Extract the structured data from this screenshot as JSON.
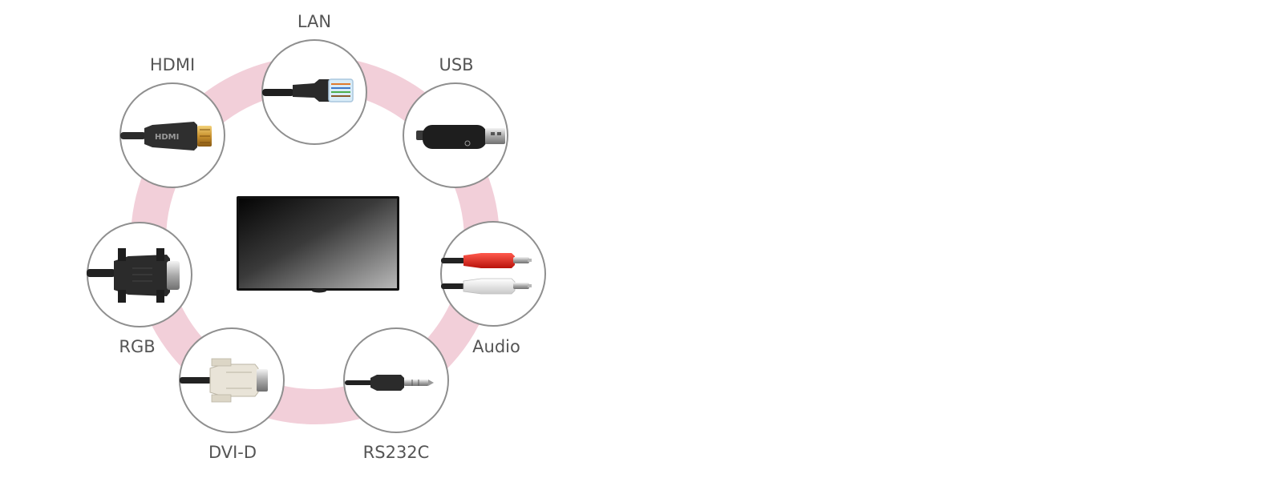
{
  "ring_color": "#f2cfd9",
  "circle_border_color": "#8f8f8f",
  "label_color": "#555555",
  "display": {
    "icon": "digital-signage-display"
  },
  "ports": [
    {
      "id": "lan",
      "label": "LAN",
      "icon": "rj45-ethernet-plug-icon"
    },
    {
      "id": "hdmi",
      "label": "HDMI",
      "icon": "hdmi-plug-icon"
    },
    {
      "id": "usb",
      "label": "USB",
      "icon": "usb-dongle-icon"
    },
    {
      "id": "rgb",
      "label": "RGB",
      "icon": "vga-plug-icon"
    },
    {
      "id": "audio",
      "label": "Audio",
      "icon": "rca-audio-plug-icon"
    },
    {
      "id": "dvi-d",
      "label": "DVI-D",
      "icon": "dvi-plug-icon"
    },
    {
      "id": "rs232c",
      "label": "RS232C",
      "icon": "stereo-jack-plug-icon"
    }
  ]
}
